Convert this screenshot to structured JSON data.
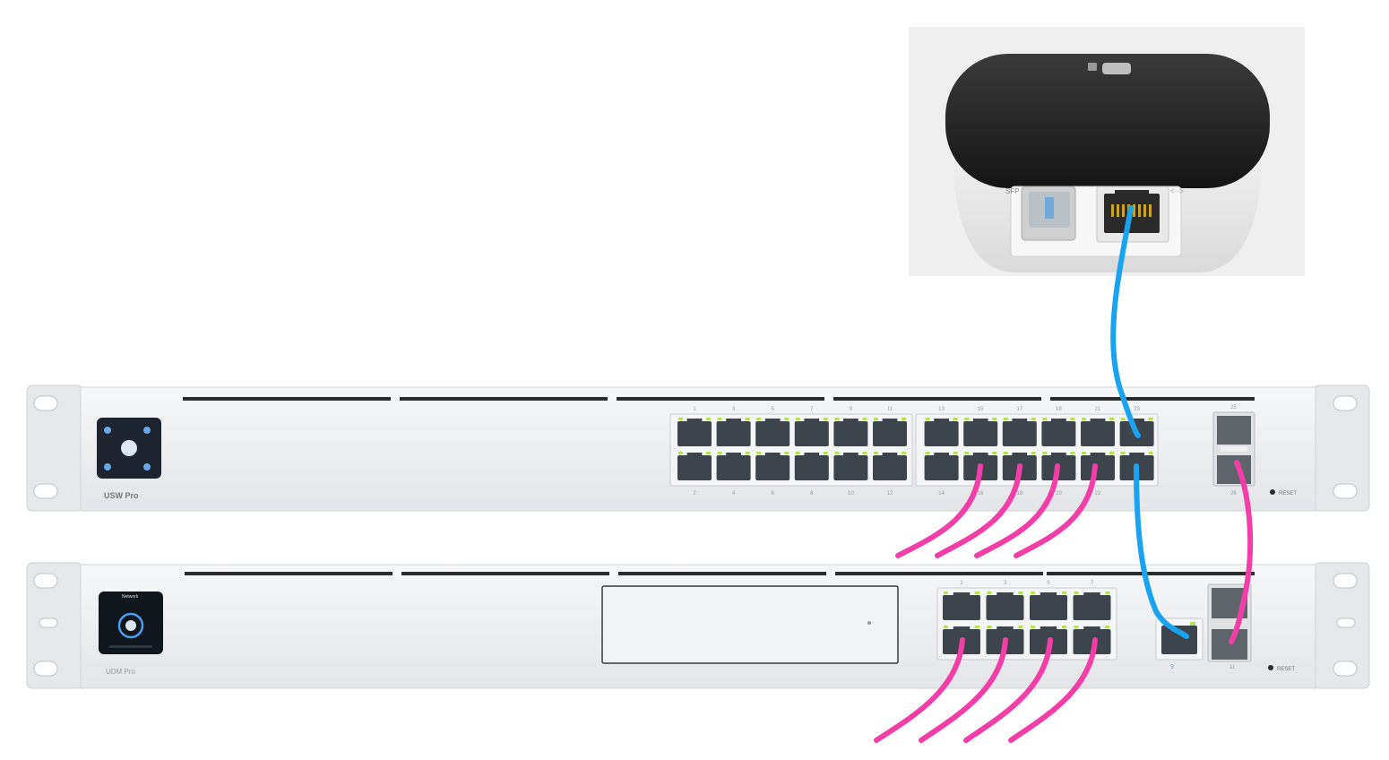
{
  "switch": {
    "brand": "USW Pro",
    "top_port_labels": [
      "1",
      "3",
      "5",
      "7",
      "9",
      "11",
      "13",
      "15",
      "17",
      "19",
      "21",
      "23"
    ],
    "bottom_port_labels": [
      "2",
      "4",
      "6",
      "8",
      "10",
      "12",
      "14",
      "16",
      "18",
      "20",
      "22",
      "24"
    ],
    "sfp_top_label": "25",
    "sfp_bottom_label": "26",
    "reset_label": "RESET"
  },
  "gateway": {
    "brand": "UDM Pro",
    "screen_text": "Network",
    "port_labels": [
      "1",
      "3",
      "5",
      "7"
    ],
    "wan_label": "9",
    "sfp_label": "11",
    "reset_label": "RESET"
  },
  "poe_device": {
    "sfp_label": "SFP"
  },
  "colors": {
    "uplink_cable": "#1aa3f0",
    "lan_cable": "#f23ea6",
    "chassis": "#eceef0",
    "port_led": "#b6e05a"
  }
}
